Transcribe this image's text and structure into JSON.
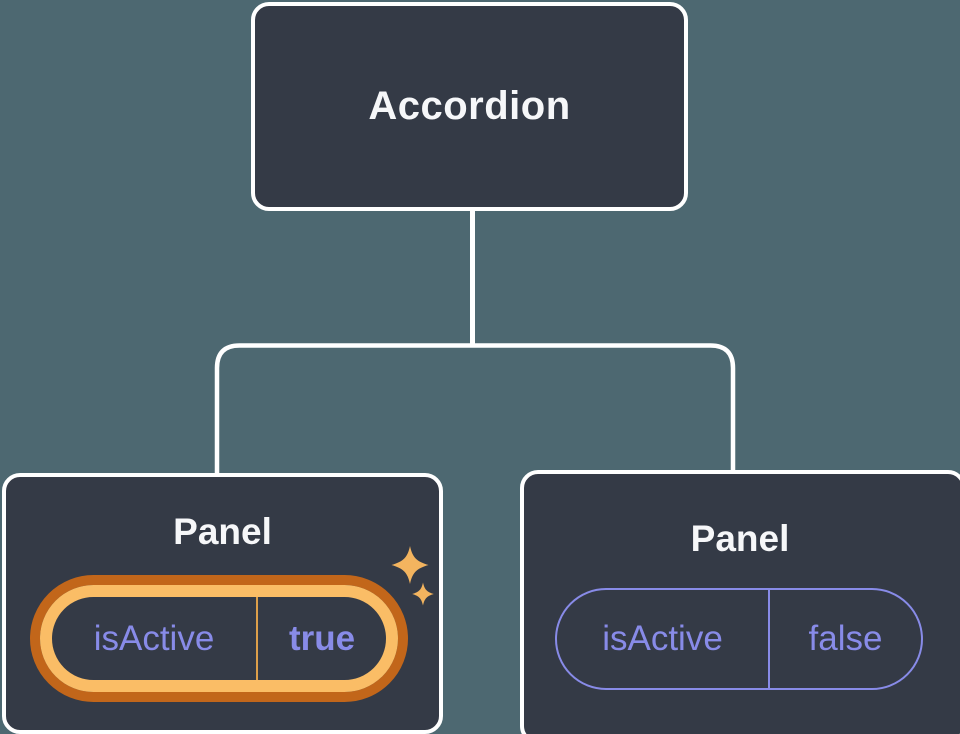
{
  "diagram": {
    "root": {
      "label": "Accordion"
    },
    "children": [
      {
        "label": "Panel",
        "highlighted": true,
        "prop": {
          "name": "isActive",
          "value": "true"
        }
      },
      {
        "label": "Panel",
        "highlighted": false,
        "prop": {
          "name": "isActive",
          "value": "false"
        }
      }
    ]
  },
  "colors": {
    "background": "#4d6871",
    "node_fill": "#343a46",
    "node_border": "#ffffff",
    "connector": "#ffffff",
    "title_text": "#f6f7f9",
    "prop_text": "#888be8",
    "highlight_ring_outer": "#c2661a",
    "highlight_ring_inner": "#fabd66",
    "highlight_divider": "#dd9f4a",
    "sparkle": "#f3b45f"
  }
}
